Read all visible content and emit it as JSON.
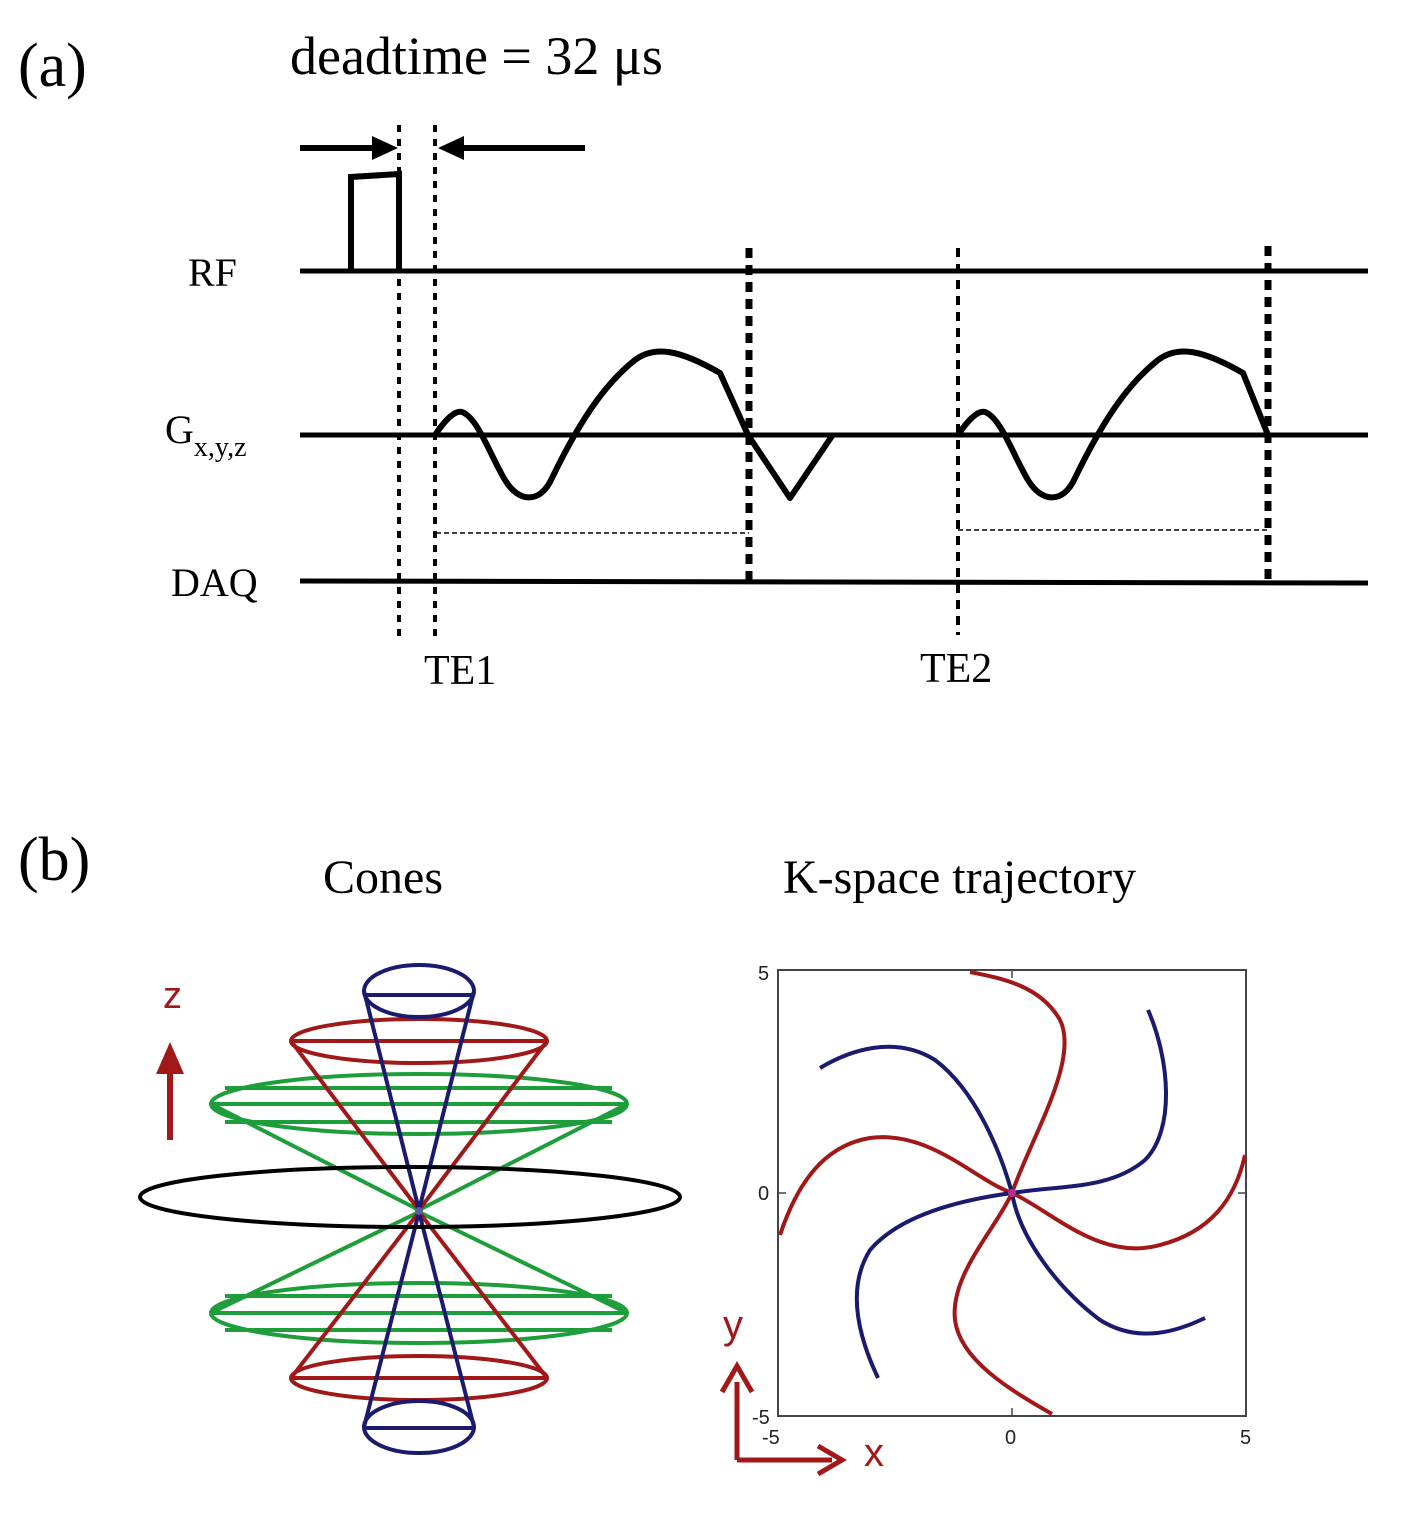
{
  "panel_a": {
    "label": "(a)",
    "deadtime_label": "deadtime = 32 μs",
    "rows": {
      "rf": "RF",
      "grad_main": "G",
      "grad_sub": "x,y,z",
      "daq": "DAQ"
    },
    "te1": "TE1",
    "te2": "TE2"
  },
  "panel_b": {
    "label": "(b)",
    "cones_title": "Cones",
    "cones_axis": "z",
    "kspace_title": "K-space trajectory",
    "kspace_ticks": {
      "x_min": "-5",
      "x_mid": "0",
      "x_max": "5",
      "y_max": "5",
      "y_mid": "0",
      "y_min": "-5"
    },
    "kspace_axes": {
      "x": "x",
      "y": "y"
    }
  },
  "colors": {
    "black": "#000000",
    "red": "#a01818",
    "blue": "#1a1a6e",
    "green": "#1e9e3a",
    "axis_red": "#a01818"
  }
}
